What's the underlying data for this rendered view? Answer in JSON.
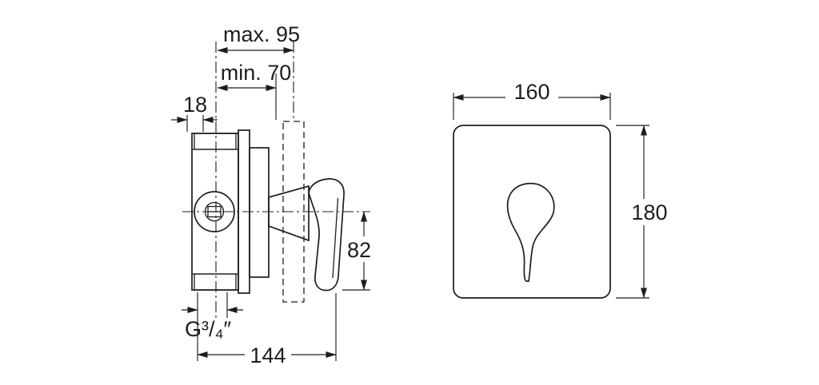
{
  "side_view": {
    "dim_max": "max. 95",
    "dim_min": "min. 70",
    "dim_offset": "18",
    "dim_handle": "82",
    "thread": "G³/₄″",
    "dim_length": "144"
  },
  "front_view": {
    "dim_width": "160",
    "dim_height": "180"
  },
  "style": {
    "line_color": "#1d1d1b",
    "background": "#ffffff"
  }
}
